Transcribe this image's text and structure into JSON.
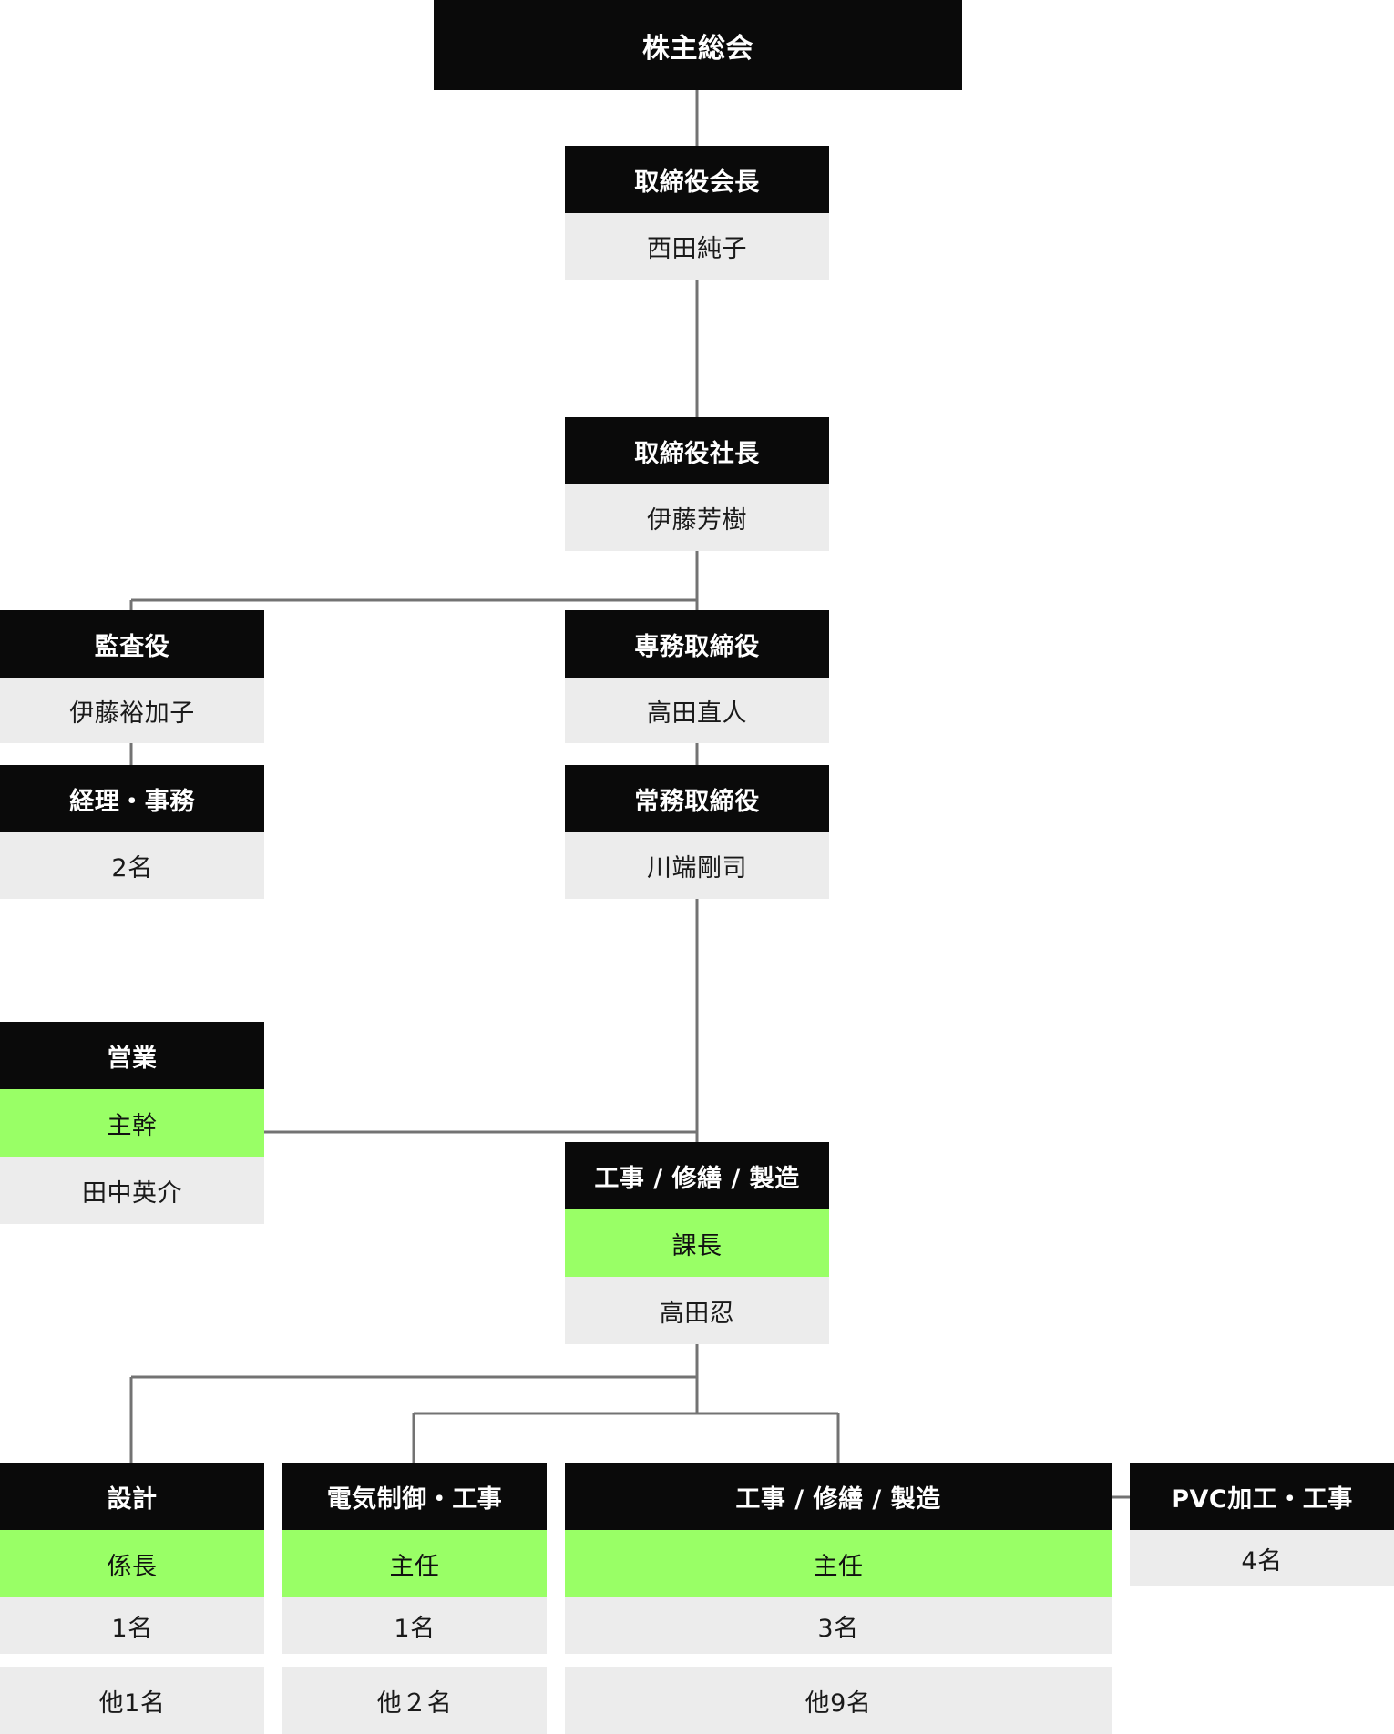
{
  "org_chart": {
    "shareholders": {
      "title": "株主総会"
    },
    "chairman": {
      "title": "取締役会長",
      "name": "西田純子"
    },
    "president": {
      "title": "取締役社長",
      "name": "伊藤芳樹"
    },
    "auditor": {
      "title": "監査役",
      "name": "伊藤裕加子"
    },
    "accounting": {
      "title": "経理・事務",
      "count": "2名"
    },
    "senior_md": {
      "title": "専務取締役",
      "name": "高田直人"
    },
    "managing_director": {
      "title": "常務取締役",
      "name": "川端剛司"
    },
    "sales": {
      "title": "営業",
      "position": "主幹",
      "name": "田中英介"
    },
    "construction_dept": {
      "title": "工事 / 修繕 / 製造",
      "position": "課長",
      "name": "高田忍"
    },
    "design": {
      "title": "設計",
      "position": "係長",
      "count": "1名",
      "others": "他1名"
    },
    "electrical": {
      "title": "電気制御・工事",
      "position": "主任",
      "count": "1名",
      "others": "他２名"
    },
    "construction_team": {
      "title": "工事 / 修繕 / 製造",
      "position": "主任",
      "count": "3名",
      "others": "他9名"
    },
    "pvc": {
      "title": "PVC加工・工事",
      "count": "4名"
    }
  },
  "colors": {
    "header": "#0a0a0a",
    "position_highlight": "#99ff66",
    "name_cell": "#ececec",
    "connector": "#737373"
  }
}
